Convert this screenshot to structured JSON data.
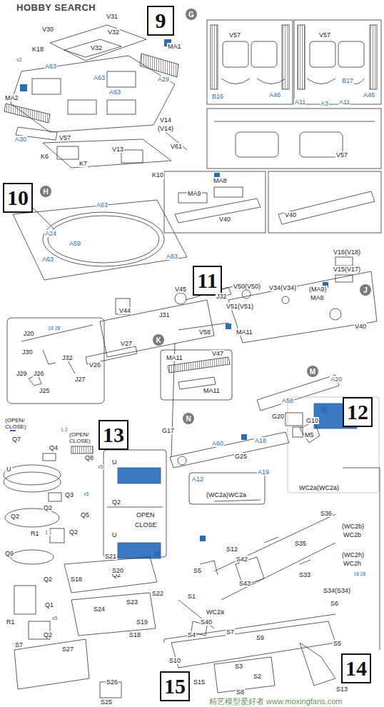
{
  "diagram": {
    "nodes": [
      {
        "text": [
          "9"
        ]
      },
      {
        "text": [
          "G"
        ]
      },
      {
        "text": [
          "10"
        ]
      },
      {
        "text": [
          "H"
        ]
      },
      {
        "text": [
          "11"
        ]
      },
      {
        "text": [
          "J"
        ]
      },
      {
        "text": [
          "K"
        ]
      },
      {
        "text": [
          "M"
        ]
      },
      {
        "text": [
          "12"
        ]
      },
      {
        "text": [
          "N"
        ]
      },
      {
        "text": [
          "13"
        ]
      },
      {
        "text": [
          "14"
        ]
      },
      {
        "text": [
          "15"
        ]
      }
    ],
    "labels": [
      "HOBBY SEARCH",
      "V30",
      "V31",
      "V32",
      "V32",
      "MA1",
      "K18",
      "x2",
      "A63",
      "A63",
      "A63",
      "MA2",
      "A29",
      "A30",
      "V57",
      "V14",
      "(V14)",
      "V61",
      "V13",
      "K6",
      "K7",
      "K10",
      "V57",
      "V57",
      "B16",
      "A46",
      "B17",
      "A11",
      "A3",
      "A11",
      "A46",
      "V57",
      "A63",
      "A24",
      "A59",
      "A63",
      "A63",
      "MA8",
      "MA9",
      "V40",
      "V40",
      "V16(V18)",
      "V15(V17)",
      "(MA9)",
      "MA8",
      "V50(V50)",
      "V34(V34)",
      "V51(V51)",
      "V40",
      "V45",
      "J32",
      "J31",
      "V44",
      "V58",
      "MA11",
      "V27",
      "V47",
      "V26",
      "J20",
      "18 28",
      "J32",
      "J30",
      "J29",
      "J26",
      "J27",
      "J25",
      "MA11",
      "MA11",
      "A20",
      "A58",
      "G20",
      "G10",
      "M5",
      "A18",
      "G25",
      "A60",
      "G17",
      "A12",
      "A19",
      "(OPEN/ CLOSE)",
      "Q7",
      "1 2",
      "Q4",
      "(OPEN/ CLOSE)",
      "Q8",
      "x5",
      "U",
      "Q3",
      "x5",
      "Q2",
      "Q2",
      "R1",
      "1 1",
      "Q2",
      "Q5",
      "Q9",
      "Q2",
      "Q1",
      "x5",
      "R1",
      "Q2",
      "U",
      "Q2",
      "OPEN",
      "CLOSE",
      "U",
      "Q2",
      "WC2a(WC2a)",
      "(WC2a)WC2a",
      "S36",
      "(WC2b)",
      "WC2b",
      "(WC2h)",
      "WC2h",
      "18 28",
      "S35",
      "S12",
      "S42",
      "S33",
      "S5",
      "S43",
      "S34(S34)",
      "S6",
      "WC2a",
      "S21",
      "S20",
      "S18",
      "S22",
      "S23",
      "S1",
      "S40",
      "S4",
      "S24",
      "S19",
      "S18",
      "S7",
      "S27",
      "S10",
      "S7",
      "S9",
      "S5",
      "S15",
      "S3",
      "S2",
      "S8",
      "S13",
      "S26",
      "S25",
      "精艺模型爱好者 www.moxingfans.com"
    ]
  }
}
